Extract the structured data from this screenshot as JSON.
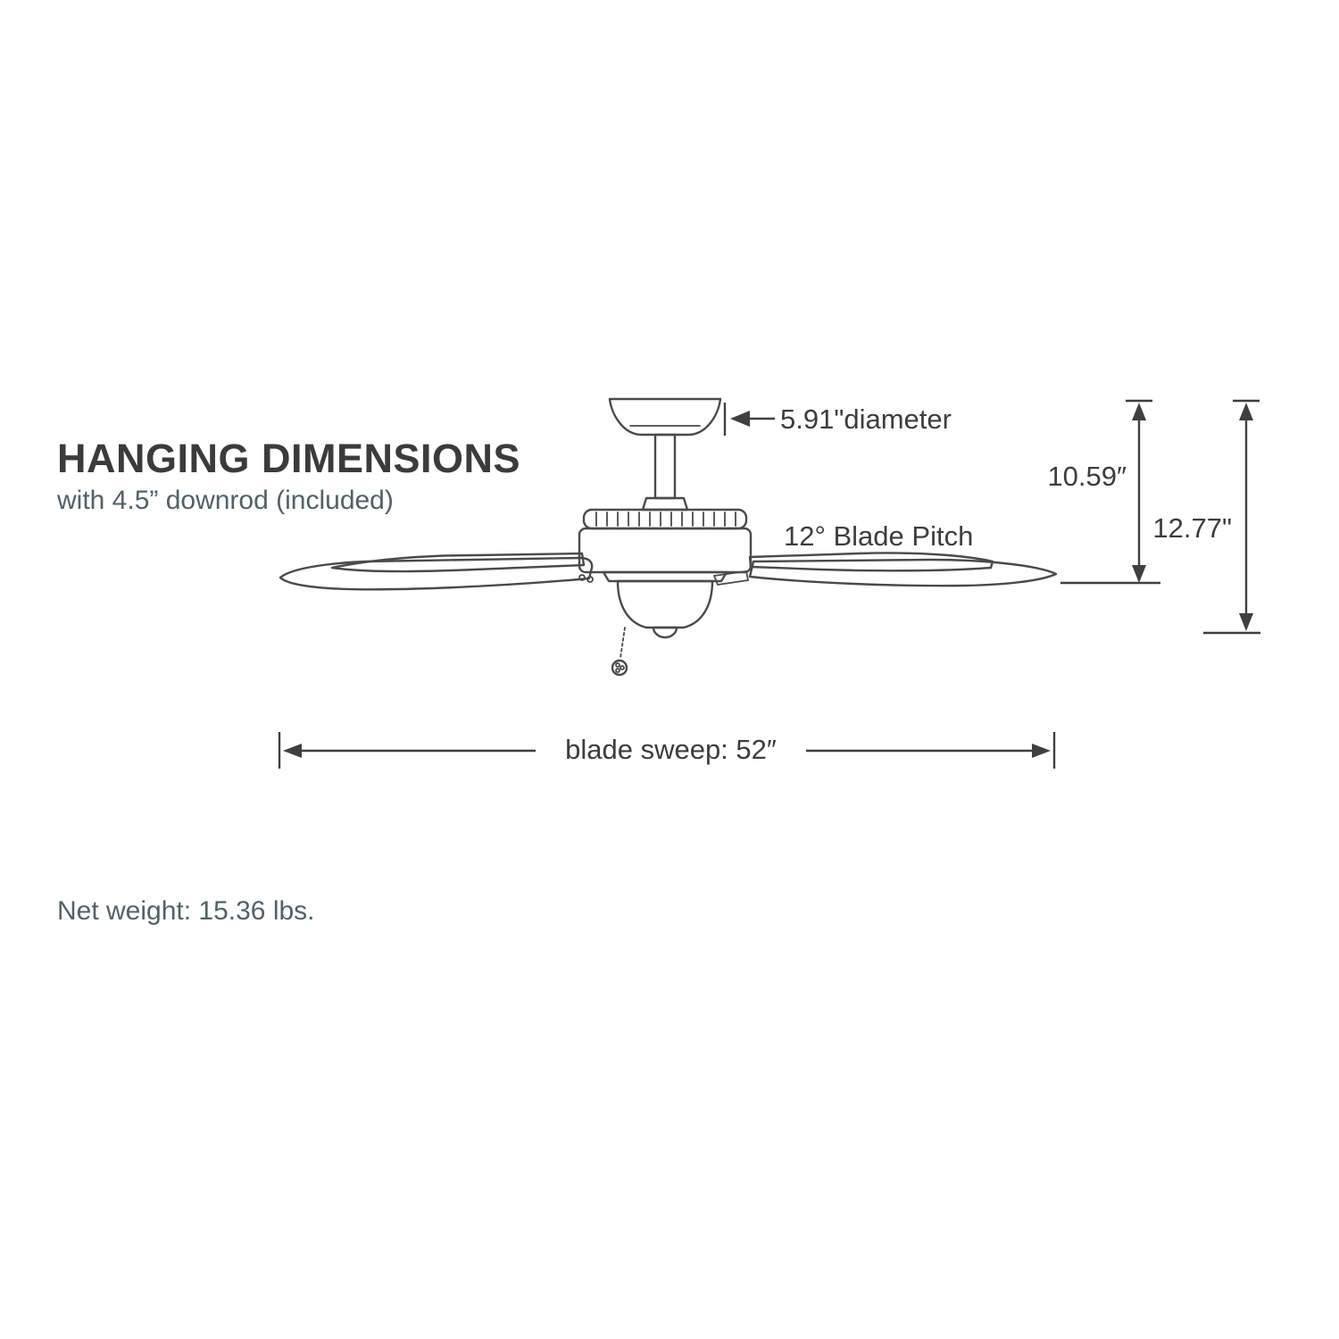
{
  "title": "HANGING DIMENSIONS",
  "subtitle": "with 4.5” downrod (included)",
  "annotations": {
    "canopy_diameter": "5.91\"diameter",
    "height_to_blades": "10.59″",
    "overall_height": "12.77\"",
    "blade_pitch": "12° Blade Pitch",
    "blade_sweep": "blade sweep: 52″"
  },
  "footer": {
    "net_weight": "Net weight: 15.36 lbs."
  },
  "colors": {
    "text_dark": "#3b3b3b",
    "text_slate": "#4f6269",
    "line": "#4a4a4a",
    "background": "#ffffff"
  }
}
